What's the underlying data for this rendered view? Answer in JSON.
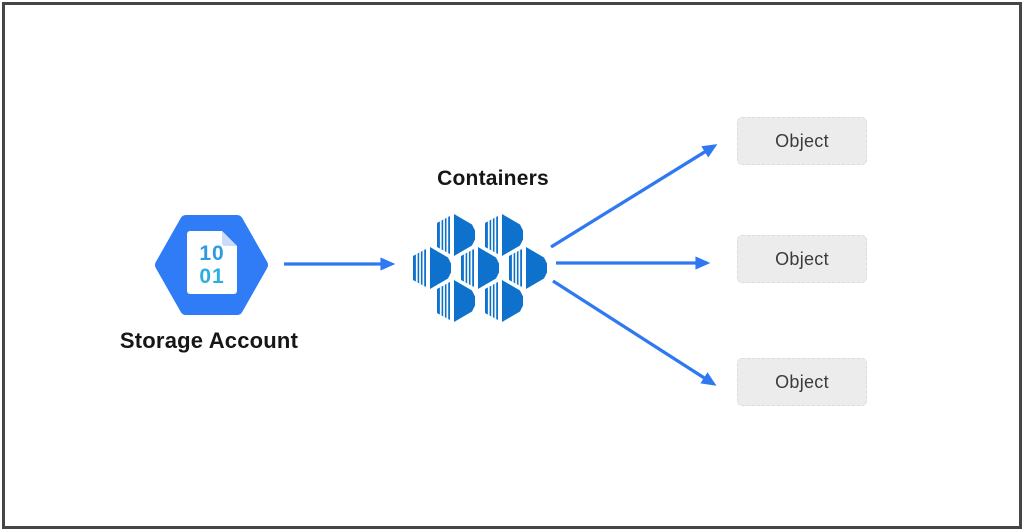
{
  "diagram": {
    "storage": {
      "label": "Storage Account",
      "icon": "binary-document-in-hexagon-icon",
      "binary_line1": "10",
      "binary_line2": "01"
    },
    "containers": {
      "label": "Containers",
      "icon": "container-cluster-icon",
      "icon_count": 7
    },
    "objects": [
      {
        "label": "Object"
      },
      {
        "label": "Object"
      },
      {
        "label": "Object"
      }
    ],
    "colors": {
      "frame_border": "#454545",
      "hexagon_blue": "#2f7cf6",
      "container_blue": "#0e72cc",
      "arrow_blue": "#2e79f2",
      "object_box_gray": "#ececec",
      "document_fold": "#c9ddf8",
      "binary_top_blue": "#2d9ae6",
      "binary_bottom_cyan": "#2bafdd"
    }
  }
}
